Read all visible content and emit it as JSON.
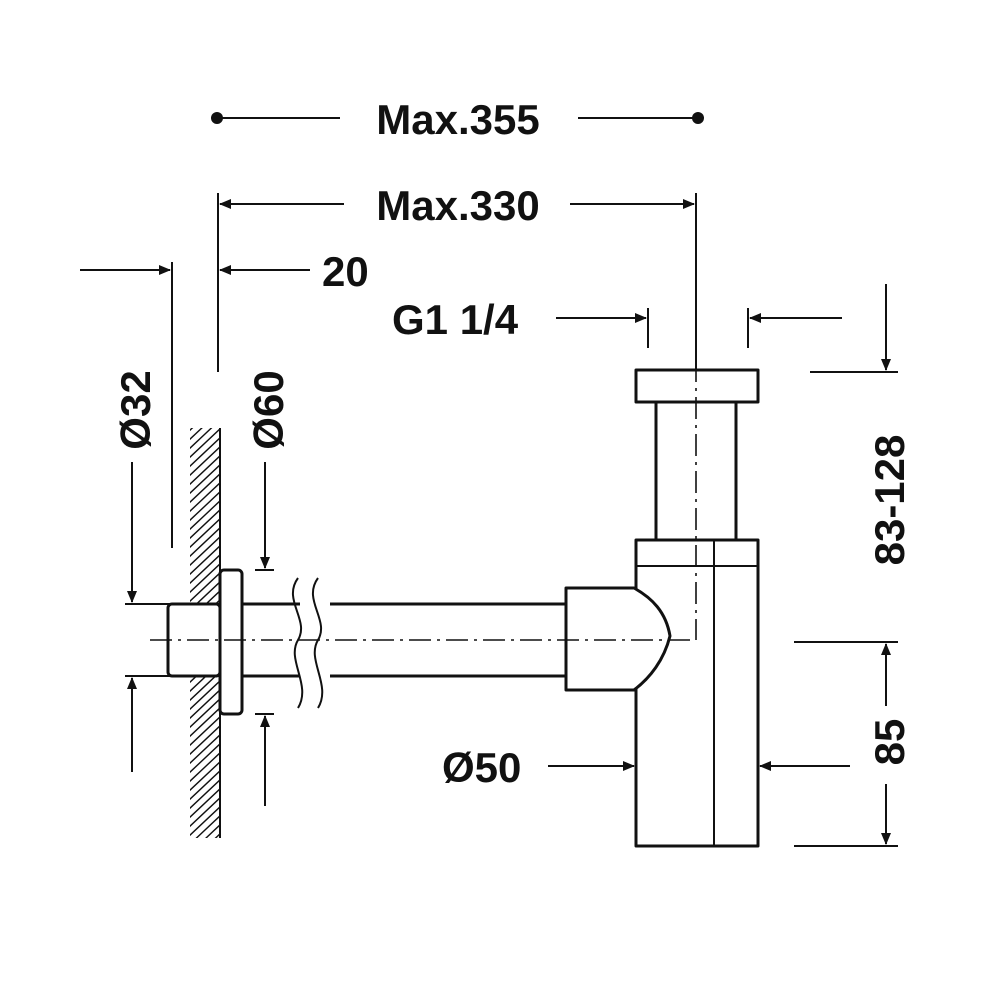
{
  "dimensions": {
    "max_total": "Max.355",
    "max_reach": "Max.330",
    "flange_offset": "20",
    "thread": "G1 1/4",
    "outlet_diameter": "Ø32",
    "rosette_diameter": "Ø60",
    "bottle_diameter": "Ø50",
    "height_adjust": "83-128",
    "outlet_height": "85"
  },
  "colors": {
    "line": "#111111",
    "background": "#ffffff"
  }
}
